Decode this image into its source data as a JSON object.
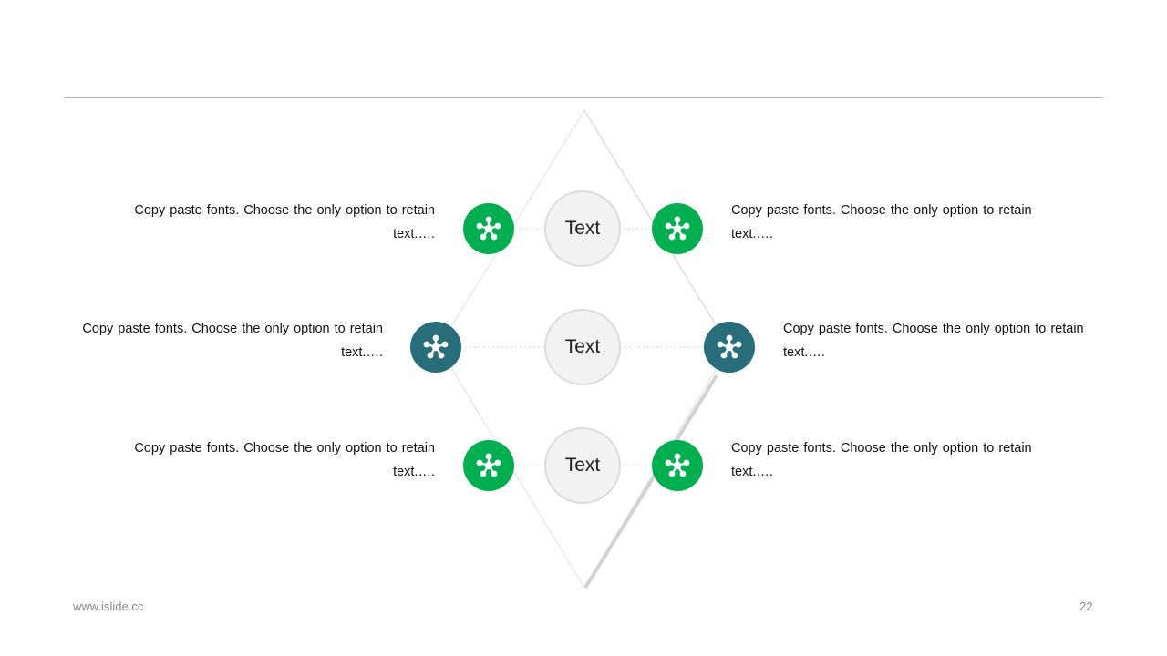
{
  "colors": {
    "green": "#00b050",
    "teal": "#276d7a"
  },
  "center_items": [
    {
      "label": "Text"
    },
    {
      "label": "Text"
    },
    {
      "label": "Text"
    }
  ],
  "rows": [
    {
      "left_text": "Copy paste fonts. Choose the only option to retain text.….",
      "right_text": "Copy paste fonts. Choose the only option to retain text.….",
      "icon_color": "green",
      "icon_name": "network-hub-icon"
    },
    {
      "left_text": "Copy paste fonts. Choose the only option to retain text.….",
      "right_text": "Copy paste fonts. Choose the only option to retain text.….",
      "icon_color": "teal",
      "icon_name": "network-hub-icon"
    },
    {
      "left_text": "Copy paste fonts. Choose the only option to retain text.….",
      "right_text": "Copy paste fonts. Choose the only option to retain text.….",
      "icon_color": "green",
      "icon_name": "network-hub-icon"
    }
  ],
  "footer": {
    "website": "www.islide.cc",
    "page_number": "22"
  }
}
